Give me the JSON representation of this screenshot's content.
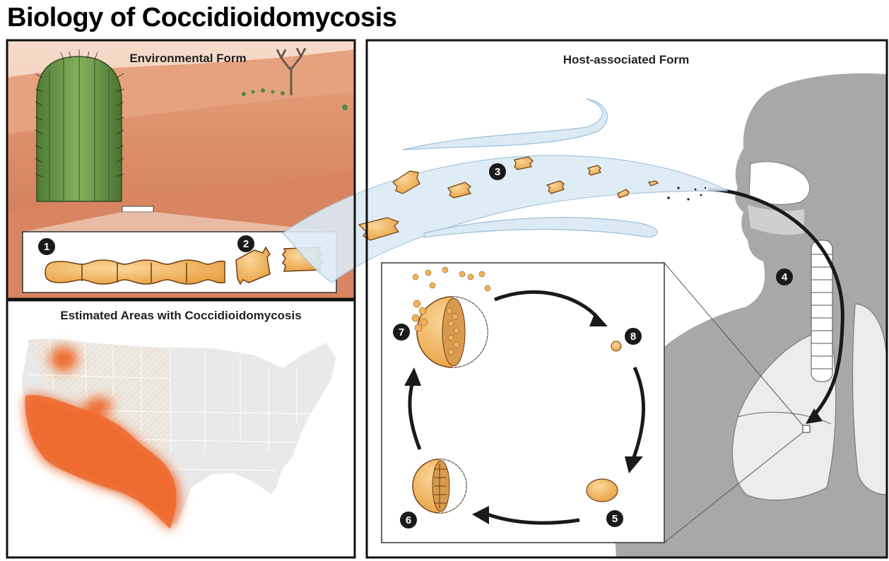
{
  "title": "Biology of Coccidioidomycosis",
  "panels": {
    "environmental": {
      "label": "Environmental Form"
    },
    "map": {
      "label": "Estimated Areas with Coccidioidomycosis"
    },
    "host": {
      "label": "Host-associated Form"
    }
  },
  "steps": [
    "1",
    "2",
    "3",
    "4",
    "5",
    "6",
    "7",
    "8"
  ],
  "colors": {
    "desert": "#d9906a",
    "desert_sky": "#f3d2bd",
    "cactus": "#6f9a4b",
    "spore": "#f1b35a",
    "spore_outline": "#6b3e12",
    "endemic": "#ee6a2f",
    "wind": "#dbeaf4",
    "host_gray": "#a8a8a8",
    "map_gray": "#e6e6e6"
  },
  "icons": [
    "cactus-icon",
    "joshua-tree-icon",
    "spore-icon",
    "spherule-icon",
    "arrow-icon",
    "human-silhouette-icon",
    "lungs-icon",
    "trachea-icon",
    "us-map-icon"
  ]
}
